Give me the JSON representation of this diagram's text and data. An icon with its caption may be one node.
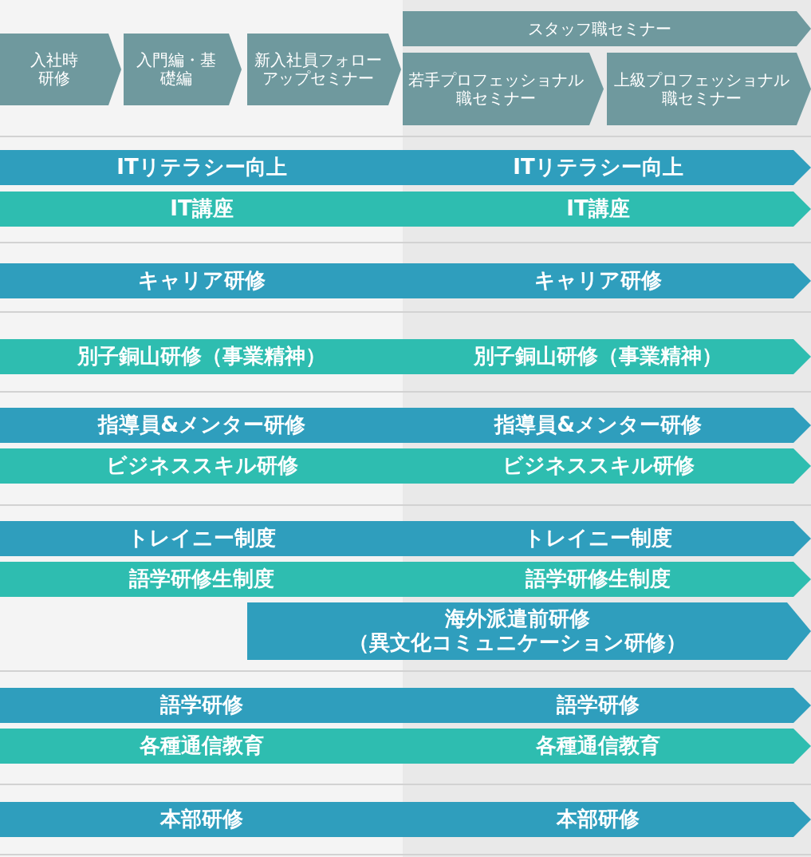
{
  "diagram": {
    "nodes": [
      {
        "text": [
          "入社時研修"
        ]
      },
      {
        "text": [
          "入門編・基礎編"
        ]
      },
      {
        "text": [
          "新入社員フォローアップセミナー"
        ]
      },
      {
        "text": [
          "スタッフ職セミナー"
        ]
      },
      {
        "text": [
          "若手プロフェッショナル職セミナー"
        ]
      },
      {
        "text": [
          "上級プロフェッショナル職セミナー"
        ]
      },
      {
        "text": [
          "ITリテラシー向上"
        ]
      },
      {
        "text": [
          "ITリテラシー向上"
        ]
      },
      {
        "text": [
          "IT講座"
        ]
      },
      {
        "text": [
          "IT講座"
        ]
      },
      {
        "text": [
          "キャリア研修"
        ]
      },
      {
        "text": [
          "キャリア研修"
        ]
      },
      {
        "text": [
          "別子銅山研修（事業精神）"
        ]
      },
      {
        "text": [
          "別子銅山研修（事業精神）"
        ]
      },
      {
        "text": [
          "指導員&メンター研修"
        ]
      },
      {
        "text": [
          "指導員&メンター研修"
        ]
      },
      {
        "text": [
          "ビジネススキル研修"
        ]
      },
      {
        "text": [
          "ビジネススキル研修"
        ]
      },
      {
        "text": [
          "トレイニー制度"
        ]
      },
      {
        "text": [
          "トレイニー制度"
        ]
      },
      {
        "text": [
          "語学研修生制度"
        ]
      },
      {
        "text": [
          "語学研修生制度"
        ]
      },
      {
        "text": [
          "海外派遣前研修（異文化コミュニケーション研修）"
        ]
      },
      {
        "text": [
          "語学研修"
        ]
      },
      {
        "text": [
          "語学研修"
        ]
      },
      {
        "text": [
          "各種通信教育"
        ]
      },
      {
        "text": [
          "各種通信教育"
        ]
      },
      {
        "text": [
          "本部研修"
        ]
      },
      {
        "text": [
          "本部研修"
        ]
      }
    ]
  }
}
